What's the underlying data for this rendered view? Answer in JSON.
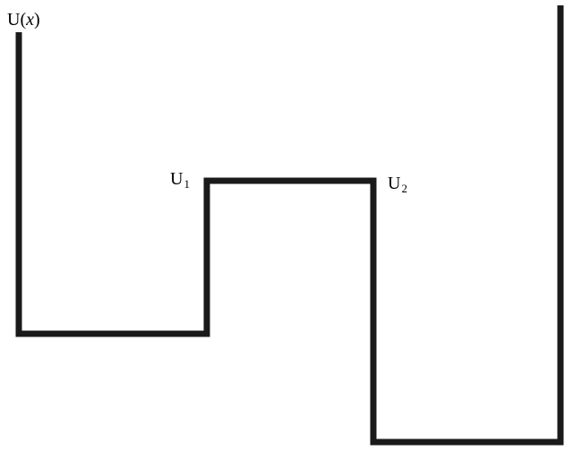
{
  "diagram": {
    "axis_label": {
      "base": "U(",
      "variable": "x",
      "close": ")"
    },
    "levels": [
      {
        "base": "U",
        "subscript": "1"
      },
      {
        "base": "U",
        "subscript": "2"
      }
    ],
    "line_color": "#1a1a1a"
  }
}
